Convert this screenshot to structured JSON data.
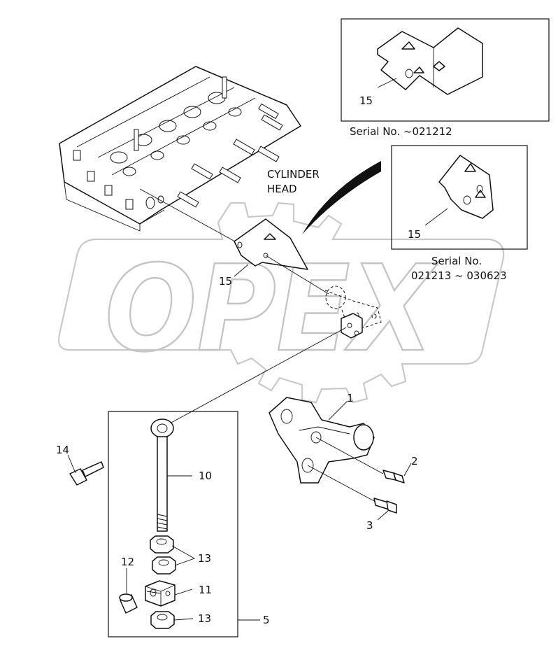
{
  "watermark": {
    "text": "OPEX"
  },
  "labels": {
    "cylinder_head_line1": "CYLINDER",
    "cylinder_head_line2": "HEAD",
    "serial_1": "Serial No. ~021212",
    "serial_2_line1": "Serial No.",
    "serial_2_line2": "021213 ~ 030623"
  },
  "callouts": {
    "p1": "1",
    "p2": "2",
    "p3": "3",
    "p5": "5",
    "p10": "10",
    "p11": "11",
    "p12": "12",
    "p13a": "13",
    "p13b": "13",
    "p14": "14",
    "p15_main": "15",
    "p15_inset1": "15",
    "p15_inset2": "15"
  }
}
